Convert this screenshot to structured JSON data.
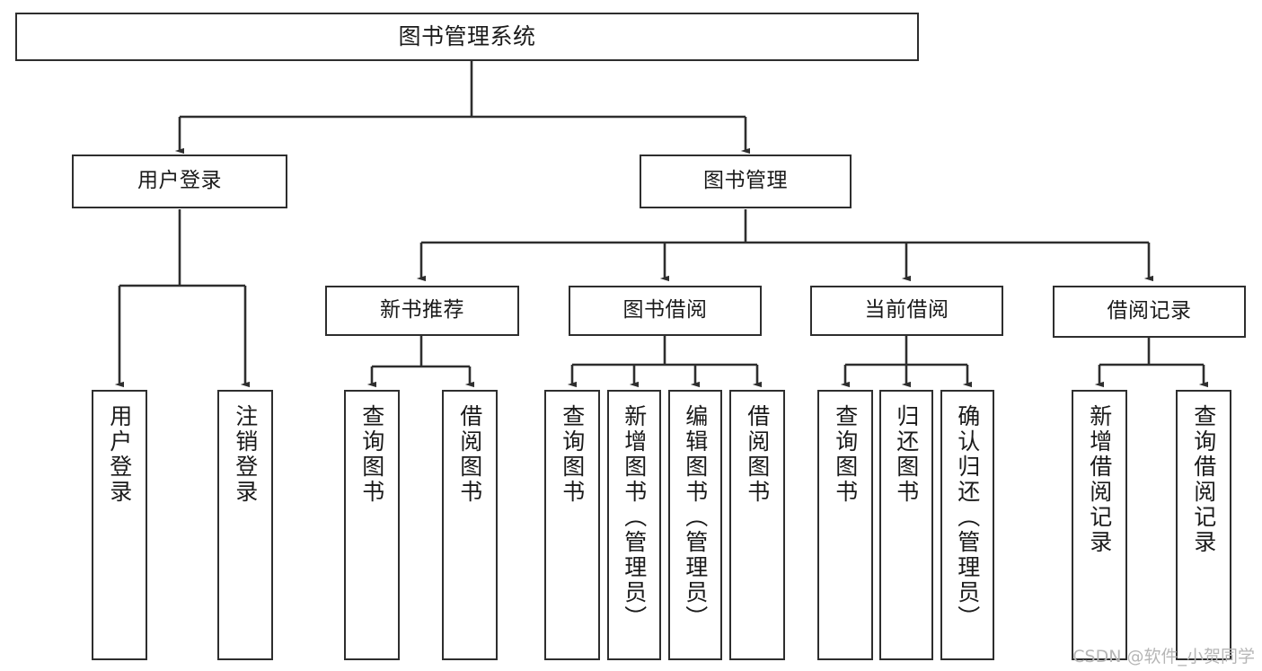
{
  "diagram": {
    "title": "图书管理系统",
    "type": "tree-hierarchy-chart",
    "watermark": "CSDN @软件_小贺同学",
    "colors": {
      "background": "#ffffff",
      "node_border": "#2e2e2e",
      "node_fill": "#ffffff",
      "edge": "#2e2e2e",
      "text": "#1a1a1a",
      "watermark": "#b6b6b6"
    },
    "nodes": {
      "root": {
        "label": "图书管理系统",
        "level": 1,
        "orientation": "horizontal"
      },
      "user_login": {
        "label": "用户登录",
        "level": 2,
        "orientation": "horizontal"
      },
      "book_admin": {
        "label": "图书管理",
        "level": 2,
        "orientation": "horizontal"
      },
      "new_book_rec": {
        "label": "新书推荐",
        "level": 3,
        "orientation": "horizontal"
      },
      "book_borrow": {
        "label": "图书借阅",
        "level": 3,
        "orientation": "horizontal"
      },
      "current_borrow": {
        "label": "当前借阅",
        "level": 3,
        "orientation": "horizontal"
      },
      "borrow_record": {
        "label": "借阅记录",
        "level": 3,
        "orientation": "horizontal"
      },
      "leaf_user_login": {
        "label": "用户登录",
        "level": 4,
        "orientation": "vertical"
      },
      "leaf_logout": {
        "label": "注销登录",
        "level": 4,
        "orientation": "vertical"
      },
      "leaf_query_book_1": {
        "label": "查询图书",
        "level": 4,
        "orientation": "vertical"
      },
      "leaf_borrow_book_1": {
        "label": "借阅图书",
        "level": 4,
        "orientation": "vertical"
      },
      "leaf_query_book_2": {
        "label": "查询图书",
        "level": 4,
        "orientation": "vertical"
      },
      "leaf_add_book": {
        "label": "新增图书（管理员）",
        "level": 4,
        "orientation": "vertical"
      },
      "leaf_edit_book": {
        "label": "编辑图书（管理员）",
        "level": 4,
        "orientation": "vertical"
      },
      "leaf_borrow_book_2": {
        "label": "借阅图书",
        "level": 4,
        "orientation": "vertical"
      },
      "leaf_query_book_3": {
        "label": "查询图书",
        "level": 4,
        "orientation": "vertical"
      },
      "leaf_return_book": {
        "label": "归还图书",
        "level": 4,
        "orientation": "vertical"
      },
      "leaf_confirm_return": {
        "label": "确认归还（管理员）",
        "level": 4,
        "orientation": "vertical"
      },
      "leaf_add_record": {
        "label": "新增借阅记录",
        "level": 4,
        "orientation": "vertical"
      },
      "leaf_query_record": {
        "label": "查询借阅记录",
        "level": 4,
        "orientation": "vertical"
      }
    },
    "edges": [
      {
        "from": "root",
        "to": "user_login"
      },
      {
        "from": "root",
        "to": "book_admin"
      },
      {
        "from": "user_login",
        "to": "leaf_user_login"
      },
      {
        "from": "user_login",
        "to": "leaf_logout"
      },
      {
        "from": "book_admin",
        "to": "new_book_rec"
      },
      {
        "from": "book_admin",
        "to": "book_borrow"
      },
      {
        "from": "book_admin",
        "to": "current_borrow"
      },
      {
        "from": "book_admin",
        "to": "borrow_record"
      },
      {
        "from": "new_book_rec",
        "to": "leaf_query_book_1"
      },
      {
        "from": "new_book_rec",
        "to": "leaf_borrow_book_1"
      },
      {
        "from": "book_borrow",
        "to": "leaf_query_book_2"
      },
      {
        "from": "book_borrow",
        "to": "leaf_add_book"
      },
      {
        "from": "book_borrow",
        "to": "leaf_edit_book"
      },
      {
        "from": "book_borrow",
        "to": "leaf_borrow_book_2"
      },
      {
        "from": "current_borrow",
        "to": "leaf_query_book_3"
      },
      {
        "from": "current_borrow",
        "to": "leaf_return_book"
      },
      {
        "from": "current_borrow",
        "to": "leaf_confirm_return"
      },
      {
        "from": "borrow_record",
        "to": "leaf_add_record"
      },
      {
        "from": "borrow_record",
        "to": "leaf_query_record"
      }
    ]
  }
}
